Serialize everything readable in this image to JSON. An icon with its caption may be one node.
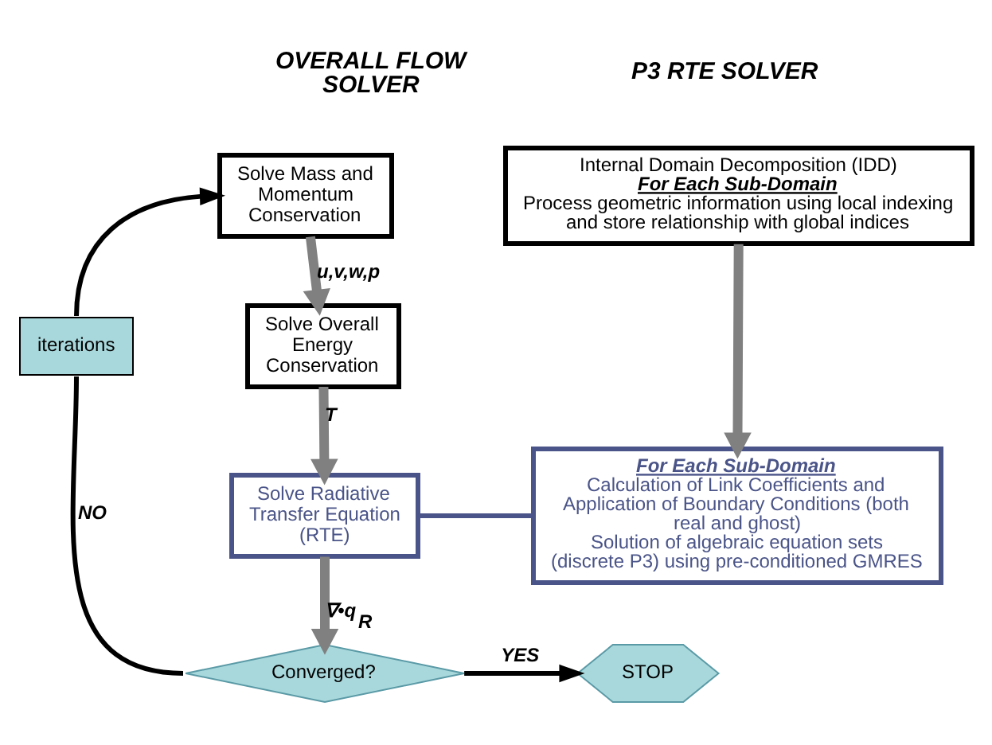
{
  "diagram": {
    "nodes": [
      {
        "text": [
          "Solve Mass and Momentum Conservation"
        ]
      },
      {
        "text": [
          "Solve Overall Energy Conservation"
        ]
      },
      {
        "text": [
          "Solve Radiative Transfer Equation (RTE)"
        ]
      },
      {
        "text": [
          "Converged?"
        ]
      },
      {
        "text": [
          "STOP"
        ]
      },
      {
        "text": [
          "Internal Domain Decomposition (IDD)",
          "For Each Sub-Domain",
          "Process geometric information using local indexing and store relationship with global indices"
        ]
      },
      {
        "text": [
          "For Each Sub-Domain",
          "Calculation of Link Coefficients and Application of Boundary Conditions (both real and ghost)",
          "Solution of algebraic equation sets (discrete P3) using pre-conditioned GMRES"
        ]
      },
      {
        "text": [
          "iterations"
        ]
      }
    ],
    "edges": [
      {
        "from": 0,
        "to": 1,
        "arrow": "to",
        "label": "u,v,w,p",
        "style": "thick",
        "color": "#808080"
      },
      {
        "from": 1,
        "to": 2,
        "arrow": "to",
        "label": "T",
        "style": "thick",
        "color": "#808080"
      },
      {
        "from": 2,
        "to": 3,
        "arrow": "to",
        "label": "∇•q$_{R}$",
        "style": "thick",
        "color": "#808080"
      },
      {
        "from": 3,
        "to": 4,
        "arrow": "to",
        "label": "YES",
        "color": "#000000"
      },
      {
        "from": 3,
        "to": 7,
        "arrow": "none",
        "label": "NO",
        "color": "#000000"
      },
      {
        "from": 7,
        "to": 0,
        "arrow": "to",
        "color": "#000000"
      },
      {
        "from": 5,
        "to": 6,
        "arrow": "to",
        "style": "thick",
        "color": "#808080"
      },
      {
        "from": 2,
        "to": 6,
        "arrow": "none",
        "color": "#4a5488"
      }
    ],
    "labels": [
      "OVERALL FLOW SOLVER",
      "P3 RTE SOLVER"
    ]
  }
}
